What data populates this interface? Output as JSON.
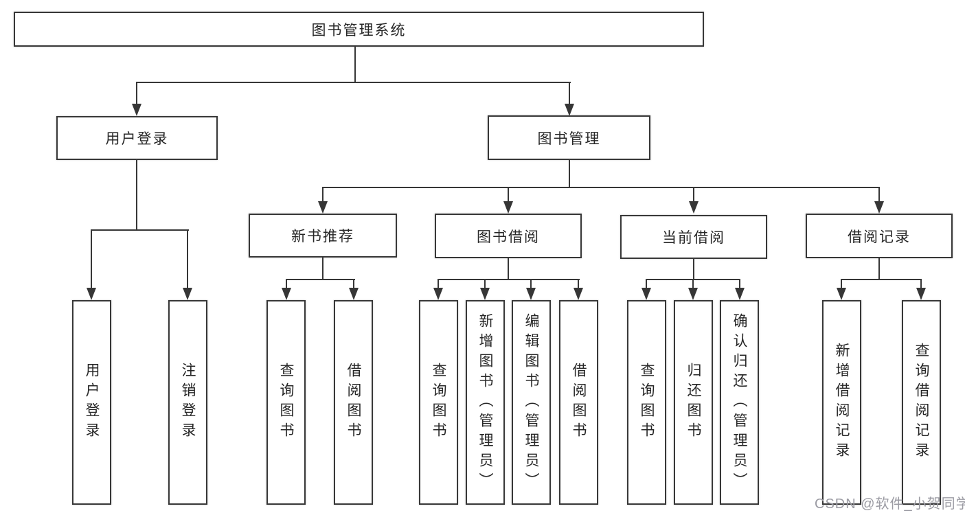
{
  "colors": {
    "line": "#363636",
    "box_border": "#373737",
    "text": "#262626",
    "background": "#ffffff",
    "watermark": "#9b9ba3"
  },
  "diagram": {
    "type": "tree",
    "root": {
      "label": "图书管理系统"
    },
    "level2": [
      {
        "label": "用户登录",
        "children": [
          {
            "label": "用户登录"
          },
          {
            "label": "注销登录"
          }
        ]
      },
      {
        "label": "图书管理",
        "children": [
          {
            "label": "新书推荐",
            "children": [
              {
                "label": "查询图书"
              },
              {
                "label": "借阅图书"
              }
            ]
          },
          {
            "label": "图书借阅",
            "children": [
              {
                "label": "查询图书"
              },
              {
                "label": "新增图书（管理员）"
              },
              {
                "label": "编辑图书（管理员）"
              },
              {
                "label": "借阅图书"
              }
            ]
          },
          {
            "label": "当前借阅",
            "children": [
              {
                "label": "查询图书"
              },
              {
                "label": "归还图书"
              },
              {
                "label": "确认归还（管理员）"
              }
            ]
          },
          {
            "label": "借阅记录",
            "children": [
              {
                "label": "新增借阅记录"
              },
              {
                "label": "查询借阅记录"
              }
            ]
          }
        ]
      }
    ]
  },
  "watermark": {
    "text": "CSDN @软件_小贺同学"
  }
}
